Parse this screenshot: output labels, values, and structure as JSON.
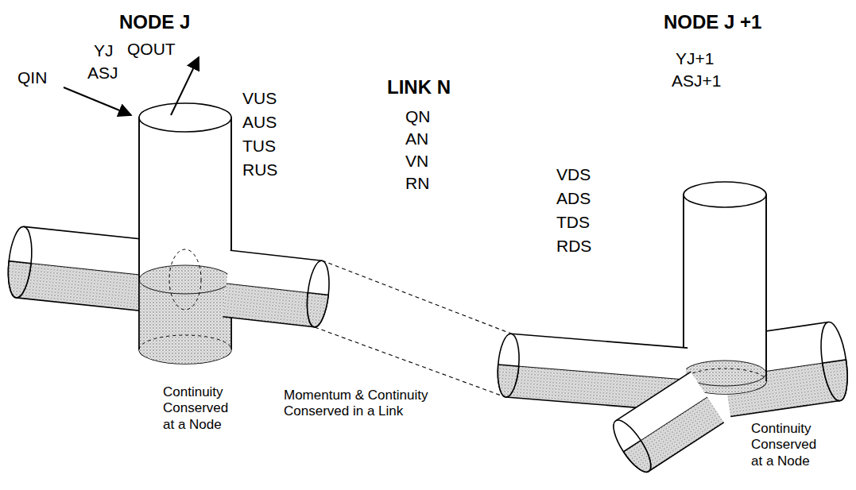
{
  "diagram": {
    "labels": [
      "NODE J",
      "YJ",
      "ASJ",
      "QIN",
      "QOUT",
      "VUS",
      "AUS",
      "TUS",
      "RUS",
      "LINK N",
      "QN",
      "AN",
      "VN",
      "RN",
      "NODE J +1",
      "YJ+1",
      "ASJ+1",
      "VDS",
      "ADS",
      "TDS",
      "RDS",
      "Continuity Conserved at a Node",
      "Momentum & Continuity Conserved in a Link",
      "Continuity Conserved at a Node"
    ]
  }
}
